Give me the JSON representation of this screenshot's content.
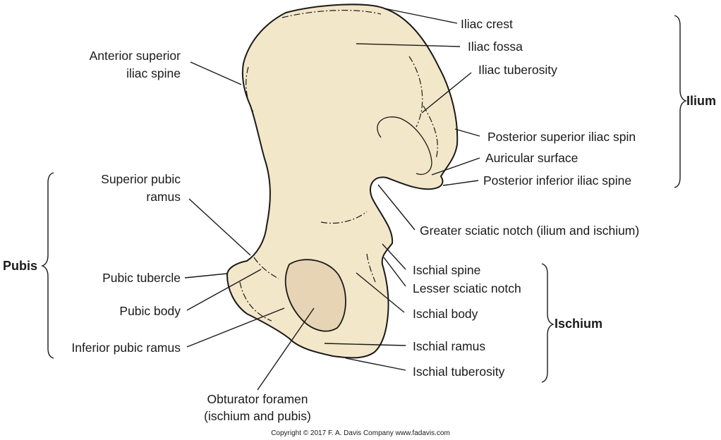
{
  "labels": {
    "iliac_crest": "Iliac crest",
    "iliac_fossa": "Iliac fossa",
    "iliac_tuberosity": "Iliac tuberosity",
    "asis_line1": "Anterior superior",
    "asis_line2": "iliac spine",
    "psis": "Posterior superior iliac spin",
    "auricular_surface": "Auricular surface",
    "piis": "Posterior inferior iliac spine",
    "superior_pubic_ramus_line1": "Superior pubic",
    "superior_pubic_ramus_line2": "ramus",
    "greater_sciatic_notch": "Greater sciatic notch (ilium and ischium)",
    "pubic_tubercle": "Pubic tubercle",
    "ischial_spine": "Ischial spine",
    "lesser_sciatic_notch": "Lesser sciatic notch",
    "pubic_body": "Pubic body",
    "ischial_body": "Ischial body",
    "inferior_pubic_ramus": "Inferior pubic ramus",
    "ischial_ramus": "Ischial ramus",
    "ischial_tuberosity": "Ischial tuberosity",
    "obturator_line1": "Obturator foramen",
    "obturator_line2": "(ischium and pubis)"
  },
  "groups": {
    "ilium": "Ilium",
    "pubis": "Pubis",
    "ischium": "Ischium"
  },
  "copyright": "Copyright © 2017  F. A. Davis Company  www.fadavis.com",
  "colors": {
    "bone": "#f3e7c9",
    "foramen": "#e6d4b4",
    "outline": "#1a1a1a",
    "shade": "#e3d2ad"
  }
}
